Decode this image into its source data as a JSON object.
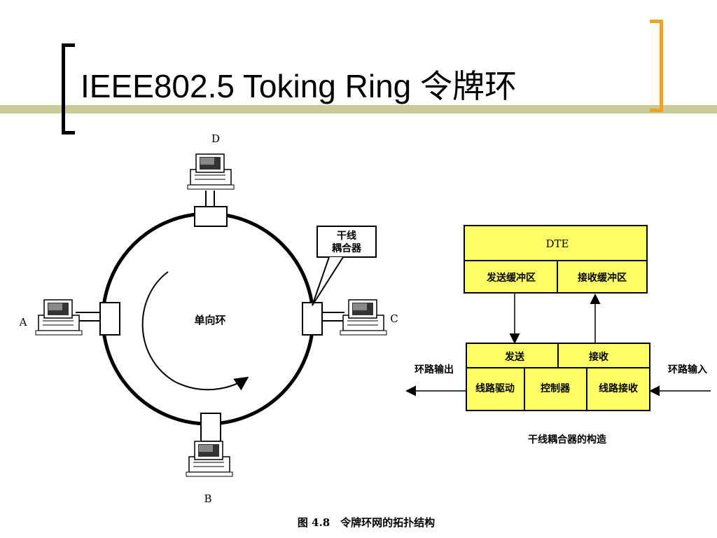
{
  "slide": {
    "title": "IEEE802.5 Toking Ring 令牌环"
  },
  "ring": {
    "center_label": "单向环",
    "stations": [
      {
        "id": "A",
        "label": "A"
      },
      {
        "id": "B",
        "label": "B"
      },
      {
        "id": "C",
        "label": "C"
      },
      {
        "id": "D",
        "label": "D"
      }
    ],
    "coupler_callout_line1": "干线",
    "coupler_callout_line2": "耦合器"
  },
  "coupler": {
    "dte": "DTE",
    "send_buffer": "发送缓冲区",
    "recv_buffer": "接收缓冲区",
    "send": "发送",
    "recv": "接收",
    "line_driver": "线路驱动",
    "controller": "控制器",
    "line_receiver": "线路接收",
    "ring_output": "环路输出",
    "ring_input": "环路输入",
    "caption": "干线耦合器的构造"
  },
  "figure_caption": "图 4.8　令牌环网的拓扑结构",
  "colors": {
    "box_fill": "#ffff66",
    "olive_bar": "#c9cc9a",
    "accent_bracket": "#e8a52a"
  }
}
